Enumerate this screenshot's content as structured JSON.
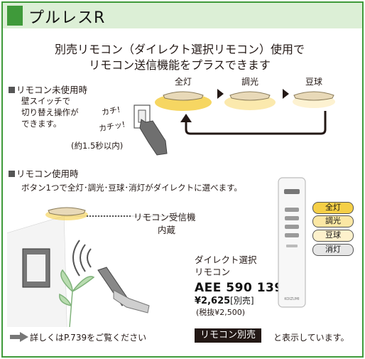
{
  "header": {
    "title": "プルレスR"
  },
  "headline": {
    "line1": "別売リモコン（ダイレクト選択リモコン）使用で",
    "line2": "リモコン送信機能をプラスできます"
  },
  "no_remote": {
    "title": "リモコン未使用時",
    "desc_lines": [
      "壁スイッチで",
      "切り替え操作が",
      "できます。"
    ],
    "click1": "カチ!",
    "click2": "カチッ!",
    "time_note": "(約1.5秒以内)",
    "modes": [
      "全灯",
      "調光",
      "豆球"
    ]
  },
  "with_remote": {
    "title": "リモコン使用時",
    "desc": "ボタン1つで全灯･調光･豆球･消灯がダイレクトに選べます。",
    "receiver_line1": "リモコン受信機",
    "receiver_line2": "内蔵"
  },
  "product": {
    "title_line1": "ダイレクト選択",
    "title_line2": "リモコン",
    "code": "AEE 590 139",
    "price": "¥2,625",
    "price_tag": "[別売]",
    "tax_note": "(税抜¥2,500)",
    "remote_buttons": [
      "全灯",
      "調光",
      "豆球",
      "消灯"
    ],
    "brand": "KOIZUMI"
  },
  "footer": {
    "note": "詳しくはP.739をご覧ください",
    "badge": "リモコン別売",
    "suffix": "と表示しています。"
  },
  "colors": {
    "accent": "#3f9a3a",
    "header_bg": "#dcefd6",
    "light_full": "#f5cf47",
    "light_dim": "#fbe7a4",
    "light_night": "#fdf1cc"
  }
}
